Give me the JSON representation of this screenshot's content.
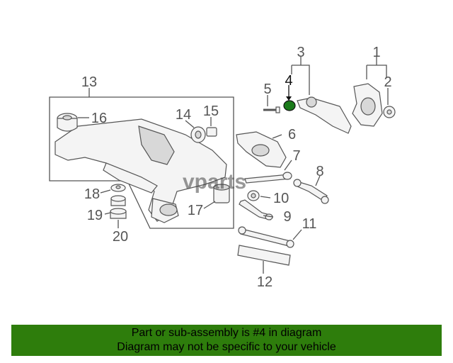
{
  "diagram": {
    "callouts": [
      "1",
      "2",
      "3",
      "4",
      "5",
      "6",
      "7",
      "8",
      "9",
      "10",
      "11",
      "12",
      "13",
      "14",
      "15",
      "16",
      "17",
      "18",
      "19",
      "20"
    ],
    "highlight_callout": "4",
    "highlight_color": "#1a7a1a"
  },
  "watermark": "vparts",
  "banner": {
    "line1": "Part or sub-assembly is #4 in diagram",
    "line2": "Diagram may not be specific to your vehicle",
    "color": "#2e7d0c"
  }
}
